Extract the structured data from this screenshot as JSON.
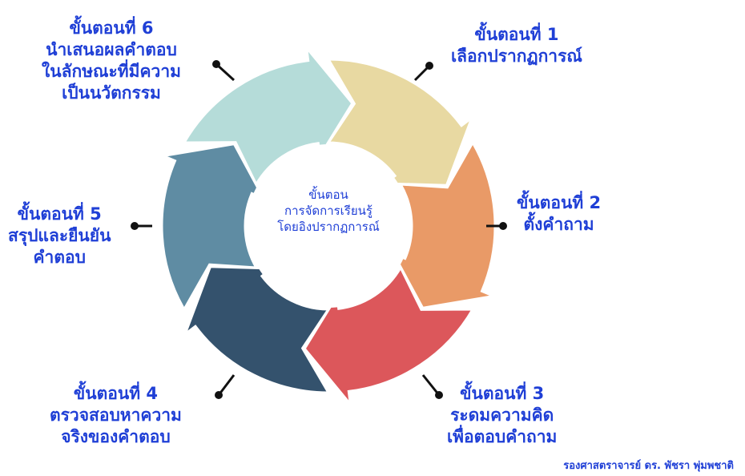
{
  "diagram": {
    "center_lines": [
      "ขั้นตอน",
      "การจัดการเรียนรู้",
      "โดยอิงปรากฏการณ์"
    ],
    "steps": [
      {
        "lines": [
          "ขั้นตอนที่ 1",
          "เลือกปรากฏการณ์"
        ],
        "color": "#e8d9a2"
      },
      {
        "lines": [
          "ขั้นตอนที่ 2",
          "ตั้งคำถาม"
        ],
        "color": "#e99a67"
      },
      {
        "lines": [
          "ขั้นตอนที่ 3",
          "ระดมความคิด",
          "เพื่อตอบคำถาม"
        ],
        "color": "#dc575b"
      },
      {
        "lines": [
          "ขั้นตอนที่ 4",
          "ตรวจสอบหาความ",
          "จริงของคำตอบ"
        ],
        "color": "#34526d"
      },
      {
        "lines": [
          "ขั้นตอนที่ 5",
          "สรุปและยืนยัน",
          "คำตอบ"
        ],
        "color": "#5f8ca3"
      },
      {
        "lines": [
          "ขั้นตอนที่ 6",
          "นำเสนอผลคำตอบ",
          "ในลักษณะที่มีความ",
          "เป็นนวัตกรรม"
        ],
        "color": "#b5dcd9"
      }
    ],
    "credit": "รองศาสตราจารย์ ดร. พัชรา พุ่มพชาติ",
    "text_color": "#1f3fd6",
    "connector_color": "#111111"
  }
}
